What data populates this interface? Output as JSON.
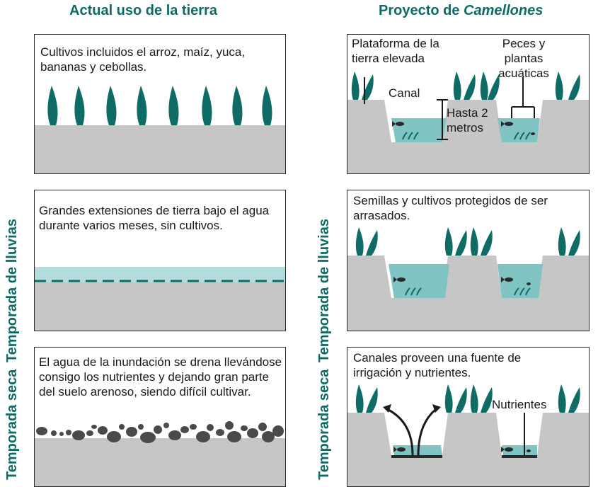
{
  "headings": {
    "left": "Actual uso de la tierra",
    "right_prefix": "Proyecto de ",
    "right_italic": "Camellones"
  },
  "seasons": {
    "dry": "Temporada seca",
    "rainy": "Temporada de lluvias"
  },
  "left_panels": [
    {
      "text": "Cultivos incluidos el arroz, maíz, yuca, bananas y cebollas."
    },
    {
      "text": "Grandes extensiones de tierra bajo el agua durante varios meses, sin cultivos."
    },
    {
      "text": "El agua de la inundación se drena llevándose consigo los nutrientes y dejando gran parte del suelo arenoso, siendo difícil cultivar."
    }
  ],
  "right_panels": [
    {
      "labels": {
        "platform": "Plataforma de la tierra elevada",
        "fish": "Peces y plantas acuáticas",
        "canal": "Canal",
        "depth": "Hasta 2 metros"
      }
    },
    {
      "text": "Semillas y cultivos protegidos de ser arrasados."
    },
    {
      "text": "Canales proveen una fuente de irrigación y nutrientes.",
      "labels": {
        "nutrients": "Nutrientes"
      }
    }
  ],
  "colors": {
    "teal": "#0f6b66",
    "ground": "#c6c6c6",
    "water": "#7fc3c3",
    "light_water": "#b5dcdc"
  }
}
